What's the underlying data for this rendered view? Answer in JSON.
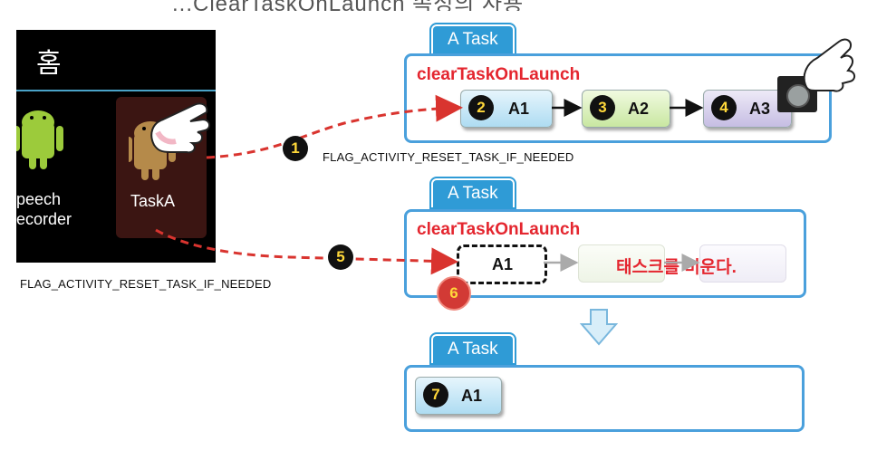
{
  "page_title_fragment": "...ClearTaskOnLaunch 속성의 사용",
  "home_screen": {
    "title": "홈",
    "apps": [
      {
        "label_line1": "peech",
        "label_line2": "ecorder"
      },
      {
        "label": "TaskA"
      }
    ]
  },
  "flag_label": "FLAG_ACTIVITY_RESET_TASK_IF_NEEDED",
  "clear_label": "clearTaskOnLaunch",
  "tasks": [
    {
      "tab": "A Task",
      "activities": [
        {
          "step": "2",
          "name": "A1"
        },
        {
          "step": "3",
          "name": "A2"
        },
        {
          "step": "4",
          "name": "A3"
        }
      ]
    },
    {
      "tab": "A Task",
      "activities": [
        {
          "name": "A1"
        }
      ],
      "note": "태스크를 비운다."
    },
    {
      "tab": "A Task",
      "activities": [
        {
          "step": "7",
          "name": "A1"
        }
      ]
    }
  ],
  "steps": {
    "launch": "1",
    "relaunch": "5",
    "clear": "6"
  },
  "colors": {
    "tab_blue": "#2f9bd6",
    "box_border": "#4aa0dc",
    "highlight_red": "#e4262f",
    "arrow_red": "#d9342f",
    "badge_black": "#111111",
    "badge_yellow": "#ffd83a"
  }
}
